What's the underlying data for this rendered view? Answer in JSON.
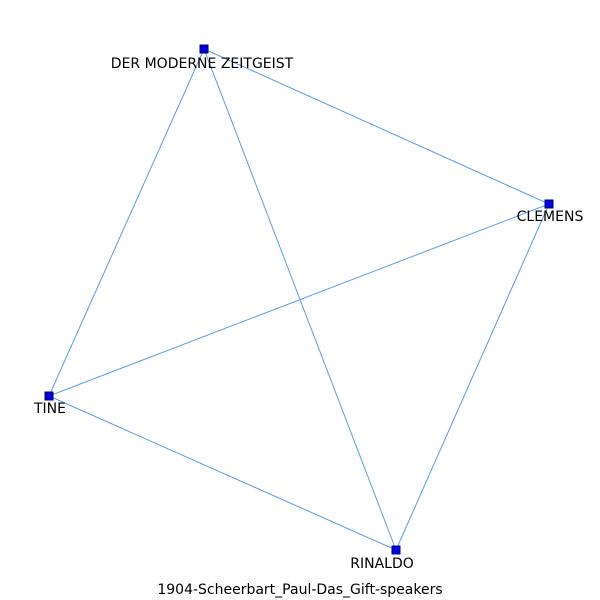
{
  "caption": "1904-Scheerbart_Paul-Das_Gift-speakers",
  "colors": {
    "edge": "#5b9be8",
    "node_fill": "#0000e0",
    "node_stroke": "#00007a",
    "label": "#000000"
  },
  "nodes": [
    {
      "id": "zeitgeist",
      "label": "DER MODERNE ZEITGEIST"
    },
    {
      "id": "clemens",
      "label": "CLEMENS"
    },
    {
      "id": "tine",
      "label": "TINE"
    },
    {
      "id": "rinaldo",
      "label": "RINALDO"
    }
  ],
  "edges": [
    {
      "source": "zeitgeist",
      "target": "clemens"
    },
    {
      "source": "zeitgeist",
      "target": "tine"
    },
    {
      "source": "zeitgeist",
      "target": "rinaldo"
    },
    {
      "source": "clemens",
      "target": "tine"
    },
    {
      "source": "clemens",
      "target": "rinaldo"
    },
    {
      "source": "tine",
      "target": "rinaldo"
    }
  ]
}
